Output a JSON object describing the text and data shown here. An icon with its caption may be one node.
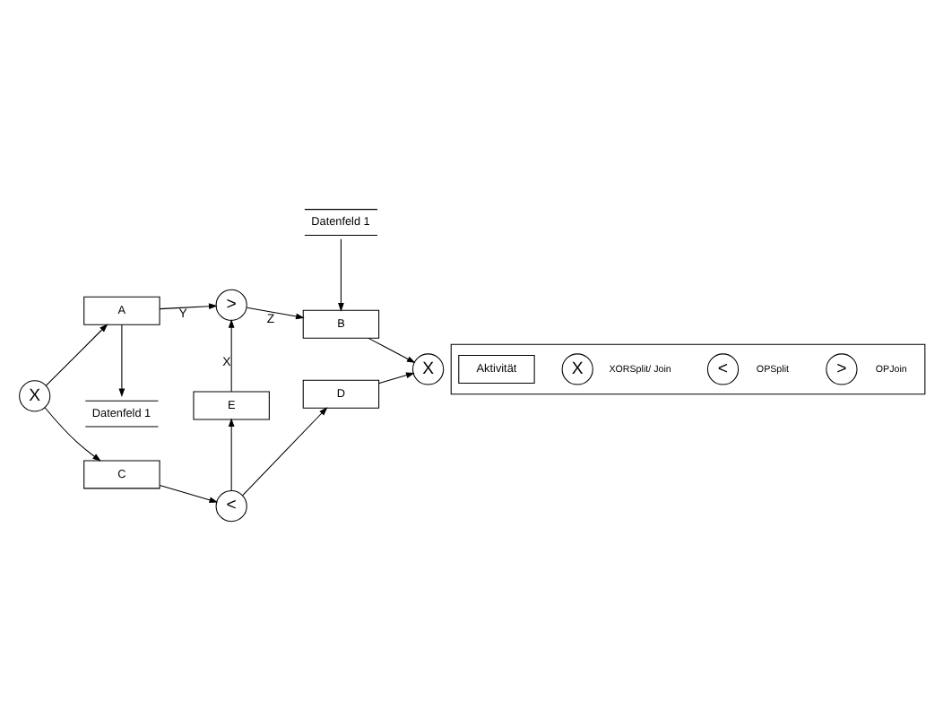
{
  "diagram": {
    "nodes": [
      {
        "text": [
          "X"
        ]
      },
      {
        "text": [
          "Datenfeld 1"
        ]
      },
      {
        "text": [
          "A"
        ]
      },
      {
        "text": [
          ">"
        ]
      },
      {
        "text": [
          "Datenfeld 1"
        ]
      },
      {
        "text": [
          "B"
        ]
      },
      {
        "text": [
          "E"
        ]
      },
      {
        "text": [
          "C"
        ]
      },
      {
        "text": [
          "<"
        ]
      },
      {
        "text": [
          "D"
        ]
      },
      {
        "text": [
          "X"
        ]
      },
      {
        "text": [],
        "shape": "box"
      },
      {
        "text": [
          "Aktivität"
        ],
        "in": 11
      },
      {
        "text": [
          "X"
        ],
        "in": 11,
        "beside": [
          "XORSplit/ Join"
        ]
      },
      {
        "text": [
          "<"
        ],
        "in": 11,
        "beside": [
          "OPSplit"
        ]
      },
      {
        "text": [
          ">"
        ],
        "in": 11,
        "beside": [
          "OPJoin"
        ]
      }
    ],
    "edges": [
      {
        "from": 0,
        "to": 2,
        "arrow": "to"
      },
      {
        "from": 0,
        "to": 7,
        "arrow": "to"
      },
      {
        "from": 2,
        "to": 1,
        "arrow": "to"
      },
      {
        "from": 2,
        "to": 3,
        "arrow": "to",
        "label": "Y"
      },
      {
        "from": 3,
        "to": 5,
        "arrow": "to",
        "label": "Z"
      },
      {
        "from": 4,
        "to": 5,
        "arrow": "to"
      },
      {
        "from": 5,
        "to": 10,
        "arrow": "to"
      },
      {
        "from": 6,
        "to": 3,
        "arrow": "to",
        "label": "X"
      },
      {
        "from": 7,
        "to": 8,
        "arrow": "to"
      },
      {
        "from": 8,
        "to": 6,
        "arrow": "to"
      },
      {
        "from": 8,
        "to": 9,
        "arrow": "to"
      },
      {
        "from": 9,
        "to": 10,
        "arrow": "to"
      }
    ]
  }
}
